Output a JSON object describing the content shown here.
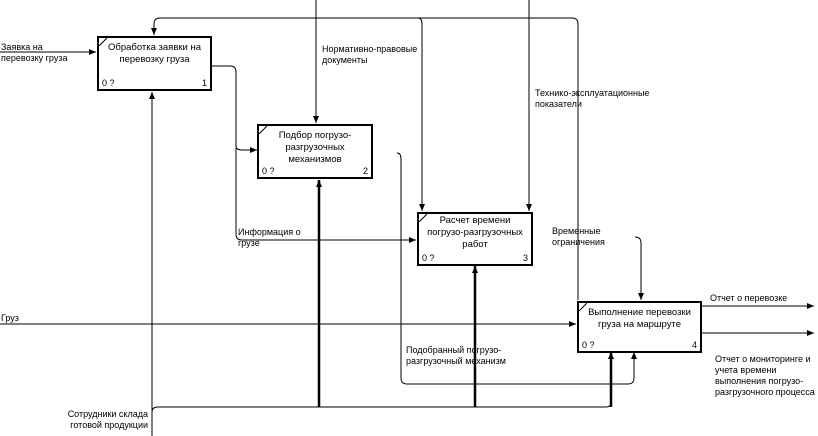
{
  "diagram": {
    "type": "IDEF0",
    "colors": {
      "line": "#000000",
      "background": "#ffffff"
    },
    "blocks": [
      {
        "id": "1",
        "title": "Обработка заявки на перевозку груза",
        "cost": "0 ?",
        "number": "1"
      },
      {
        "id": "2",
        "title": "Подбор погрузо-разгрузочных механизмов",
        "cost": "0 ?",
        "number": "2"
      },
      {
        "id": "3",
        "title": "Расчет времени погрузо-разгрузочных работ",
        "cost": "0 ?",
        "number": "3"
      },
      {
        "id": "4",
        "title": "Выполнение перевозки груза на маршруте",
        "cost": "0 ?",
        "number": "4"
      }
    ],
    "arrows": {
      "request": "Заявка на перевозку груза",
      "normative": "Нормативно-правовые документы",
      "technical": "Технико-эксплуатационные показатели",
      "cargo_info": "Информация о грузе",
      "time_limits": "Временные ограничения",
      "cargo": "Груз",
      "selected_mechanism": "Подобранный погрузо-разгрузочный механизм",
      "staff": "Сотрудники склада готовой продукции",
      "transport_report": "Отчет о перевозке",
      "monitoring_report": "Отчет о мониторинге и учета времени выполнения погрузо-разгрузочного процесса"
    }
  }
}
